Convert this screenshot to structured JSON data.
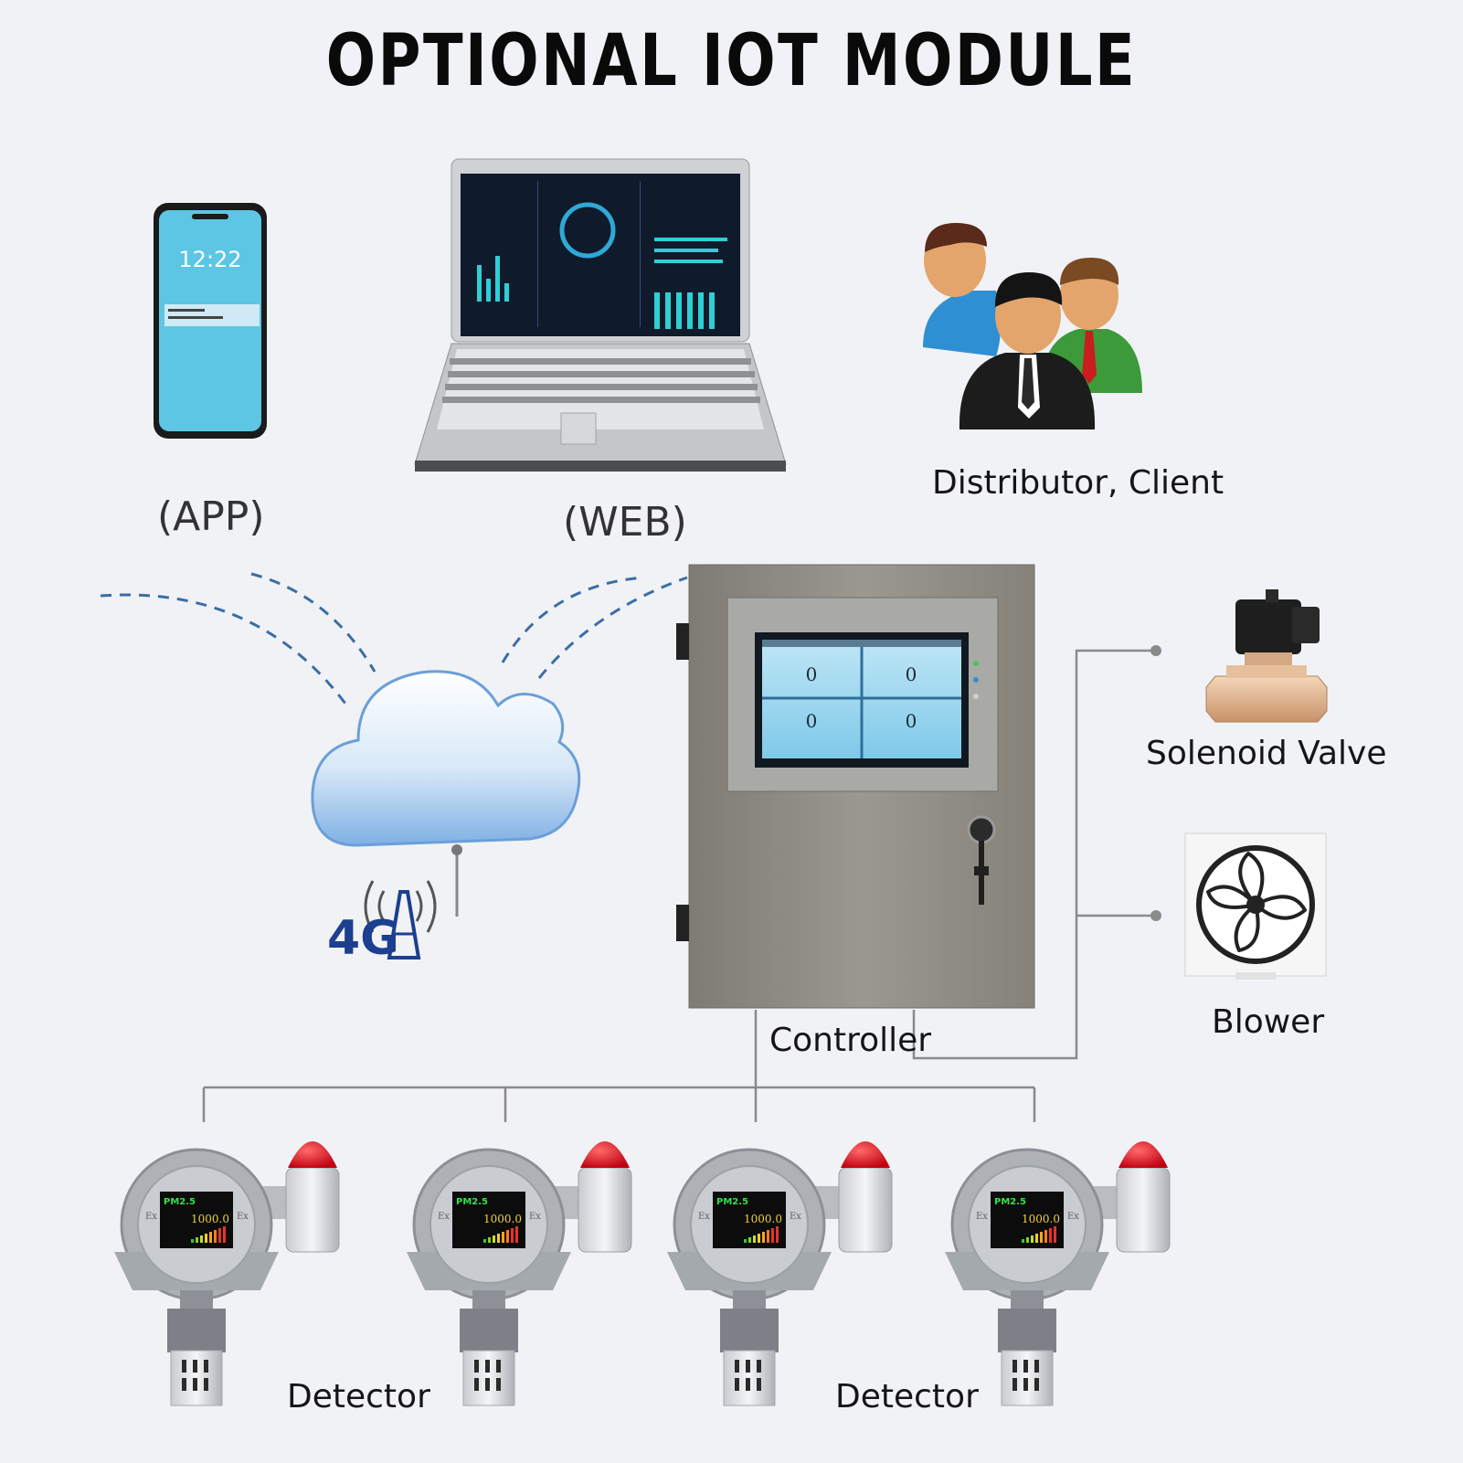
{
  "title": "OPTIONAL IOT MODULE",
  "labels": {
    "app": "(APP)",
    "web": "(WEB)",
    "distributor": "Distributor, Client",
    "solenoid": "Solenoid Valve",
    "blower": "Blower",
    "controller": "Controller",
    "detector_left": "Detector",
    "detector_right": "Detector",
    "network": "4G"
  },
  "phone": {
    "time": "12:22"
  },
  "controller_screen": {
    "readings": [
      "0",
      "0",
      "0",
      "0"
    ]
  },
  "detector_display": {
    "parameter": "PM2.5",
    "value": "1000.0",
    "ex_mark": "Ex"
  },
  "colors": {
    "link_dash": "#3a6ea5",
    "cabinet": "#8e8c83",
    "phone_screen": "#5cc6e4",
    "cloud": "#cfe3f7",
    "alarm_red": "#e0111b",
    "wire": "#8a8a8a"
  },
  "icons": [
    "smartphone-icon",
    "laptop-icon",
    "people-icon",
    "cloud-icon",
    "antenna-4g-icon",
    "control-cabinet-icon",
    "solenoid-valve-icon",
    "blower-fan-icon",
    "gas-detector-icon"
  ]
}
